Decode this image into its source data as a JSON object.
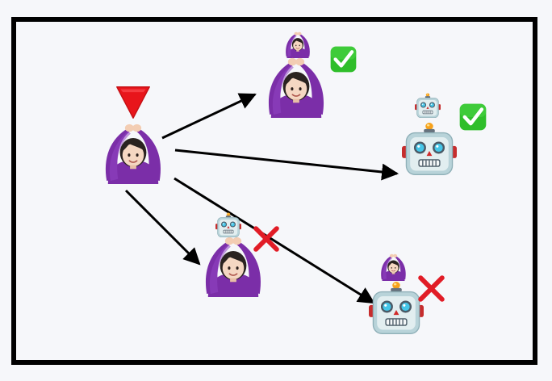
{
  "colors": {
    "background": "#f6f7fa",
    "frame": "#000000",
    "arrow": "#000000",
    "source_marker": "#e8151b",
    "check_box": "#2fc02a",
    "cross": "#e11c26",
    "person_top": "#7a2dab",
    "robot_body": "#b8d3d9"
  },
  "icons": {
    "source": "person-gesturing-ok-icon",
    "source_marker": "red-down-triangle-icon",
    "person": "person-gesturing-ok-icon",
    "robot": "robot-face-icon",
    "valid": "check-mark-button-icon",
    "invalid": "cross-mark-icon"
  },
  "diagram": {
    "source": {
      "figure": "person",
      "marker": "down-triangle"
    },
    "outcomes": [
      {
        "id": "person-by-person",
        "figure": "person",
        "badge": "person",
        "status": "valid"
      },
      {
        "id": "robot-by-robot",
        "figure": "robot",
        "badge": "robot",
        "status": "valid"
      },
      {
        "id": "person-by-robot",
        "figure": "person",
        "badge": "robot",
        "status": "invalid"
      },
      {
        "id": "robot-by-person",
        "figure": "robot",
        "badge": "person",
        "status": "invalid"
      }
    ]
  }
}
